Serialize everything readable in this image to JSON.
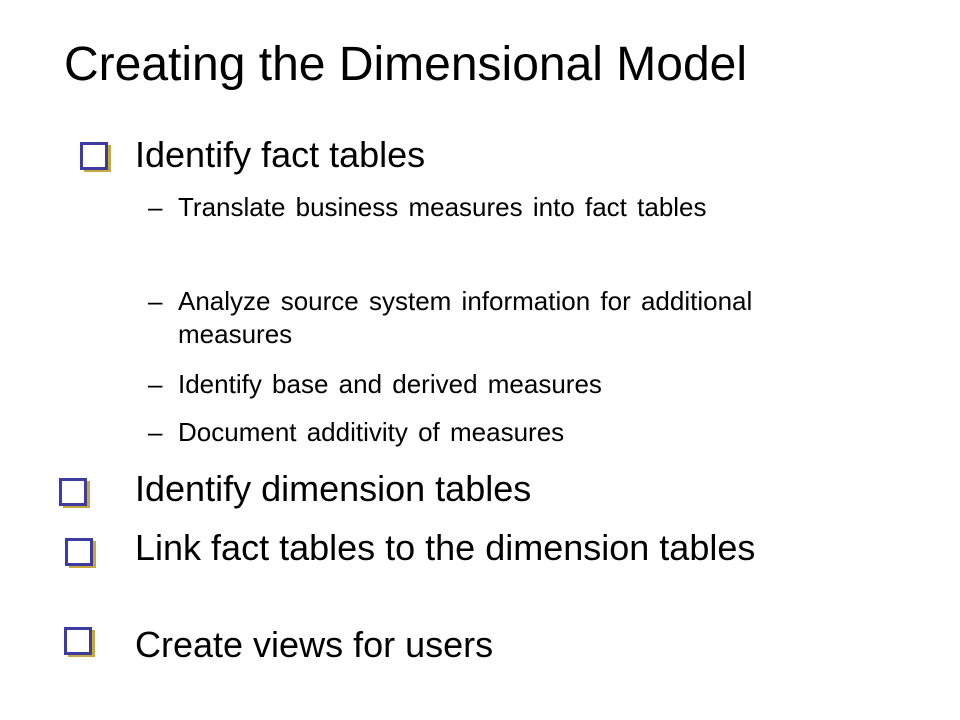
{
  "slide": {
    "title": "Creating the Dimensional Model",
    "bullets": [
      {
        "icon": "checkbox-icon",
        "text": "Identify fact tables",
        "sub_items": [
          "Translate business measures into fact tables",
          "Analyze source system information for additional measures",
          "Identify base and derived measures",
          "Document additivity of measures"
        ]
      },
      {
        "icon": "checkbox-icon",
        "text": "Identify dimension tables"
      },
      {
        "icon": "checkbox-icon",
        "text": "Link fact tables to the dimension tables"
      },
      {
        "icon": "checkbox-icon",
        "text": "Create views for users"
      }
    ],
    "dash": "–"
  },
  "colors": {
    "checkbox_border": "#3c3ca0",
    "checkbox_shadow": "#c6a83e",
    "text": "#000000",
    "background": "#ffffff"
  }
}
